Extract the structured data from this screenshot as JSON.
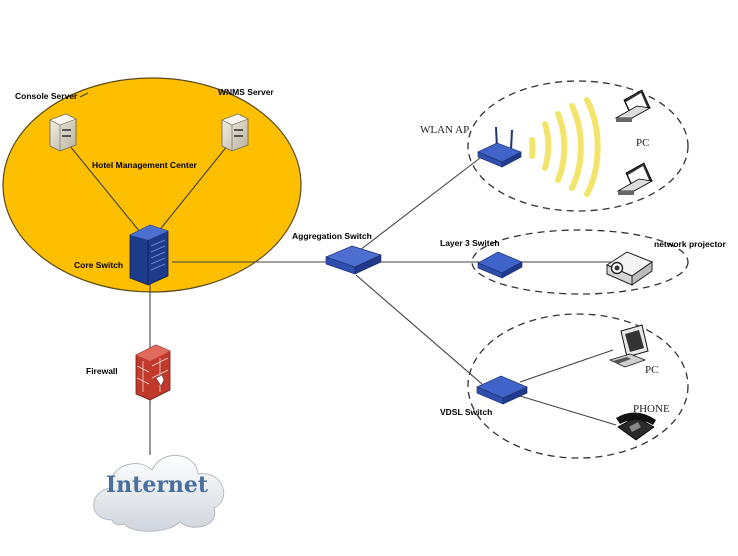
{
  "labels": {
    "console_server": "Console Server",
    "wnms_server": "WNMS Server",
    "hotel_mgmt": "Hotel Management Center",
    "core_switch": "Core Switch",
    "firewall": "Firewall",
    "internet": "Internet",
    "aggregation_switch": "Aggregation Switch",
    "wlan_ap": "WLAN AP",
    "pc_wireless": "PC",
    "layer3_switch": "Layer 3 Switch",
    "network_projector": "network projector",
    "vdsl_switch": "VDSL Switch",
    "pc_wired": "PC",
    "phone": "PHONE"
  },
  "colors": {
    "center_fill": "#FDBF00",
    "center_stroke": "#5a4a1a",
    "switch_blue": "#2f4fae",
    "firewall_red": "#c0392b",
    "wifi_yellow": "#f3e56b",
    "cloud_text": "#4a6e9e"
  }
}
